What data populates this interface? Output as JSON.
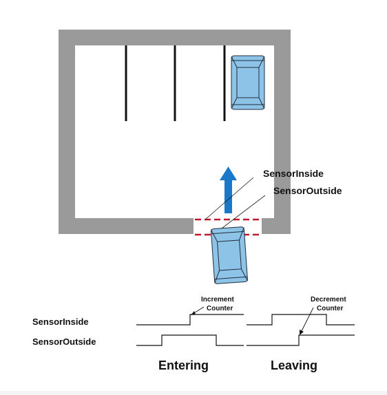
{
  "labels": {
    "sensor_inside": "SensorInside",
    "sensor_outside": "SensorOutside",
    "timing_sensor_inside": "SensorInside",
    "timing_sensor_outside": "SensorOutside",
    "increment_line1": "Increment",
    "increment_line2": "Counter",
    "decrement_line1": "Decrement",
    "decrement_line2": "Counter",
    "entering": "Entering",
    "leaving": "Leaving"
  },
  "colors": {
    "wall": "#9a9a9a",
    "car_fill": "#8ec3e8",
    "car_stroke": "#1f2d3a",
    "arrow": "#1a78c8",
    "sensor_line": "#c0182a",
    "signal": "#111111"
  },
  "icons": {
    "parked_car": "car-top-view-icon",
    "entering_car": "car-top-view-icon",
    "direction_arrow": "arrow-up-icon"
  },
  "timing": {
    "entering": {
      "sensor_inside": [
        "low",
        "high"
      ],
      "sensor_outside": [
        "low",
        "high",
        "low"
      ]
    },
    "leaving": {
      "sensor_inside": [
        "low",
        "high",
        "low"
      ],
      "sensor_outside": [
        "low",
        "high"
      ]
    }
  }
}
